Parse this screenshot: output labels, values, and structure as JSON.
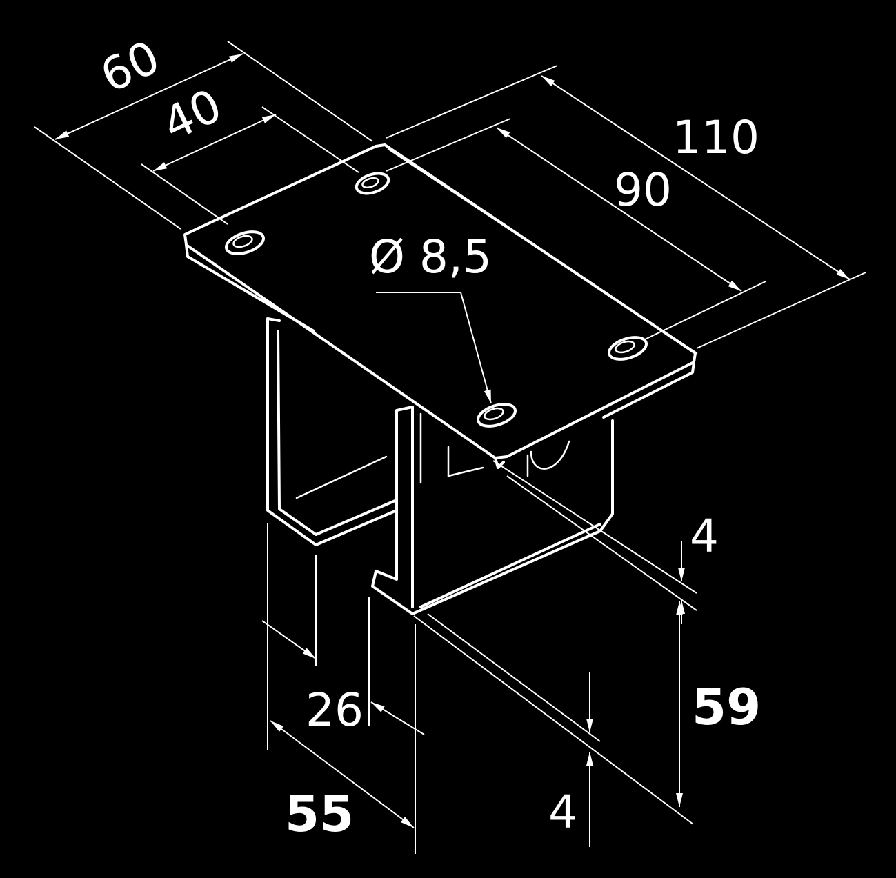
{
  "drawing": {
    "background": "#000000",
    "line_color": "#ffffff",
    "dimensions": {
      "plate_width_outer": "60",
      "plate_hole_spacing_width": "40",
      "plate_length_outer": "110",
      "plate_hole_spacing_length": "90",
      "hole_diameter": "Ø 8,5",
      "plate_thickness": "4",
      "channel_height": "59",
      "flange_gap": "26",
      "channel_width": "55",
      "flange_thickness": "4"
    }
  }
}
